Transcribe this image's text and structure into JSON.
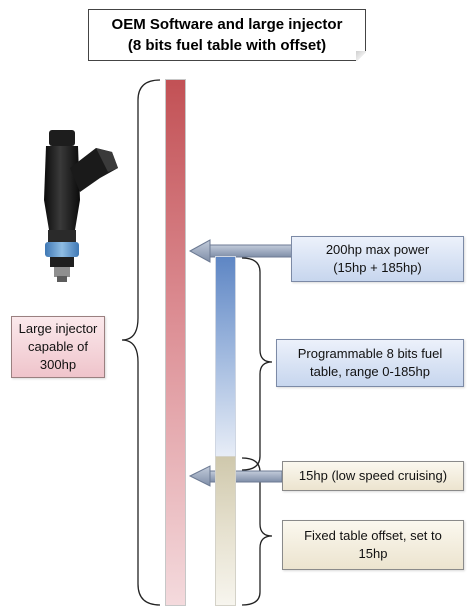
{
  "title": {
    "line1": "OEM Software and large injector",
    "line2": "(8 bits fuel table with offset)"
  },
  "labels": {
    "large_injector": [
      "Large injector",
      "capable of",
      "300hp"
    ],
    "max_power": [
      "200hp max power",
      "(15hp + 185hp)"
    ],
    "fuel_table": [
      "Programmable 8 bits fuel",
      "table, range 0-185hp"
    ],
    "low_speed": [
      "15hp (low speed cruising)"
    ],
    "offset": [
      "Fixed table offset, set to",
      "15hp"
    ]
  },
  "icons": {
    "injector": "fuel-injector-icon"
  },
  "colors": {
    "injector_bar": "#c25155",
    "fuel_table_bar": "#5e86c4",
    "offset_bar": "#cfc8ac",
    "arrow": "#8a98b0"
  }
}
